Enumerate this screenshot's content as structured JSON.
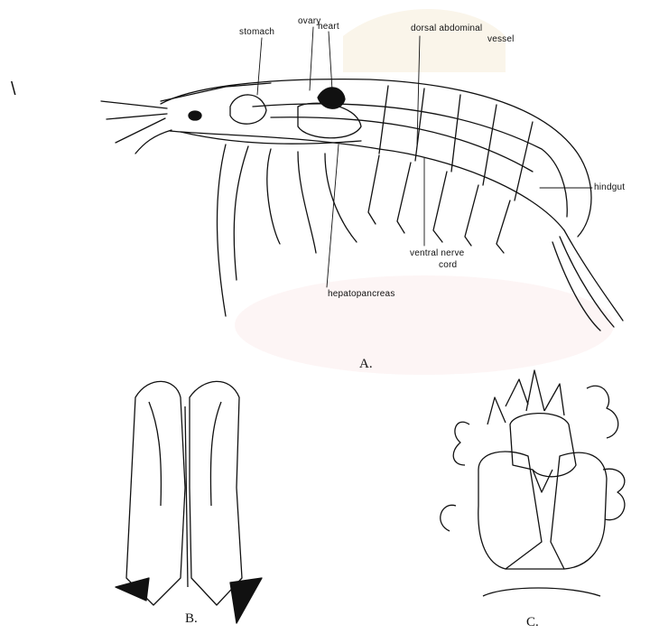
{
  "stray_mark": "\\",
  "figure_a": {
    "caption": "A.",
    "labels": {
      "stomach": "stomach",
      "ovary": "ovary",
      "heart": "heart",
      "dorsal_vessel_line1": "dorsal abdominal",
      "dorsal_vessel_line2": "vessel",
      "hindgut": "hindgut",
      "ventral_nerve_line1": "ventral nerve",
      "ventral_nerve_line2": "cord",
      "hepatopancreas": "hepatopancreas"
    }
  },
  "figure_b": {
    "caption": "B."
  },
  "figure_c": {
    "caption": "C."
  }
}
